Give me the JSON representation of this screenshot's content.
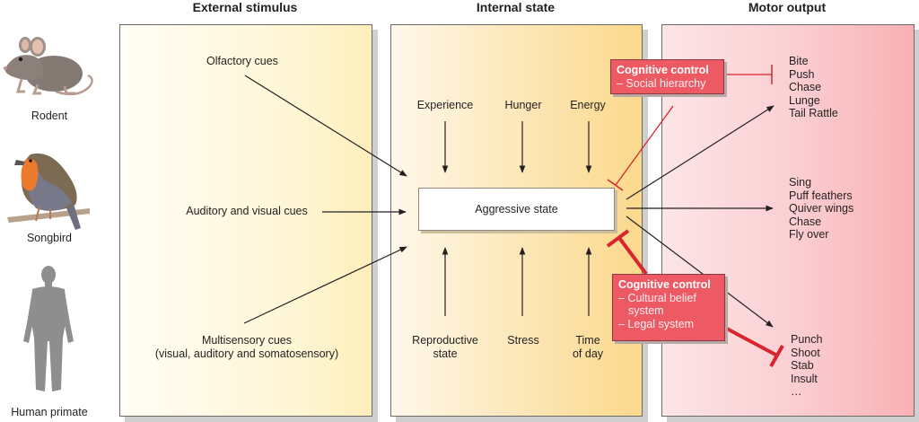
{
  "columns": {
    "external": "External stimulus",
    "internal": "Internal state",
    "motor": "Motor output"
  },
  "species": [
    {
      "label": "Rodent",
      "icon": "rodent-icon"
    },
    {
      "label": "Songbird",
      "icon": "songbird-icon"
    },
    {
      "label": "Human primate",
      "icon": "human-figure-icon"
    }
  ],
  "external_cues": {
    "olfactory": "Olfactory cues",
    "auditory_visual": "Auditory and visual cues",
    "multisensory_line1": "Multisensory cues",
    "multisensory_line2": "(visual, auditory  and somatosensory)"
  },
  "internal_factors": {
    "top": [
      "Experience",
      "Hunger",
      "Energy"
    ],
    "bottom": [
      {
        "line1": "Reproductive",
        "line2": "state"
      },
      {
        "line1": "Stress",
        "line2": ""
      },
      {
        "line1": "Time",
        "line2": "of day"
      }
    ],
    "center": "Aggressive state"
  },
  "cognitive_controls": [
    {
      "title": "Cognitive control",
      "items": [
        "– Social hierarchy"
      ]
    },
    {
      "title": "Cognitive control",
      "items": [
        "– Cultural belief",
        "system",
        "– Legal system"
      ]
    }
  ],
  "motor_outputs": {
    "rodent": [
      "Bite",
      "Push",
      "Chase",
      "Lunge",
      "Tail Rattle"
    ],
    "songbird": [
      "Sing",
      "Puff feathers",
      "Quiver wings",
      "Chase",
      "Fly over"
    ],
    "human": [
      "Punch",
      "Shoot",
      "Stab",
      "Insult",
      "…"
    ]
  },
  "colors": {
    "inhibit_red": "#d9252e",
    "cog_box": "#ee5a64",
    "arrow": "#231f20"
  }
}
